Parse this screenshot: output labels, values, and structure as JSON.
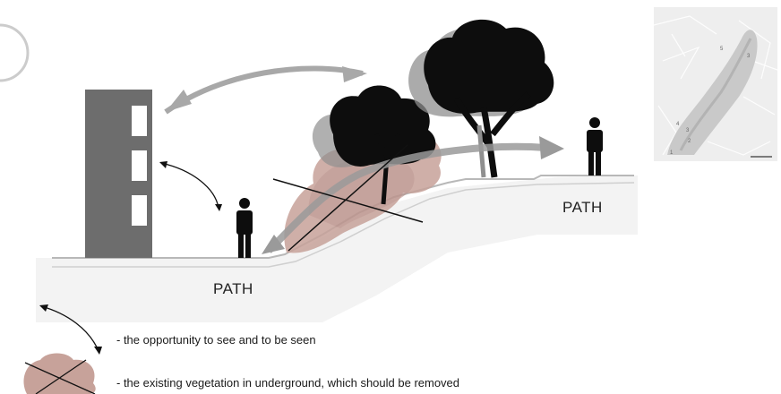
{
  "labels": {
    "path_lower": "PATH",
    "path_upper": "PATH"
  },
  "legend": [
    {
      "icon": "double-arrow-icon",
      "text": "- the opportunity to see and to be seen"
    },
    {
      "icon": "crossed-vegetation-icon",
      "text": "- the existing vegetation in underground, which should be removed"
    }
  ],
  "inset_map": {
    "numbers": [
      "1",
      "2",
      "3",
      "4",
      "5",
      "3"
    ]
  },
  "colors": {
    "building": "#6d6d6d",
    "window": "#ffffff",
    "tree_dark": "#0d0d0d",
    "tree_shadow": "#8f8f8f",
    "vegetation_removed": "#c7a29a",
    "arrow_gray": "#9a9a9a",
    "ground_line": "#b5b5b5"
  }
}
